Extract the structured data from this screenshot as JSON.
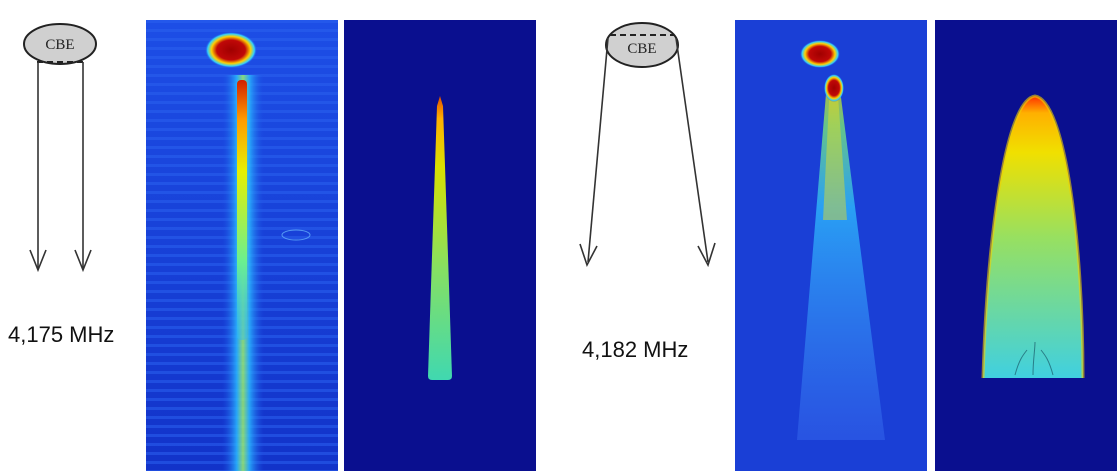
{
  "left": {
    "source_label": "CBE",
    "frequency": "4,175 MHz",
    "beam": "collimated"
  },
  "right": {
    "source_label": "CBE",
    "frequency": "4,182 MHz",
    "beam": "diverging"
  },
  "colors": {
    "background_field": "#1a3fd6",
    "simulation_field": "#0a0f8f",
    "hot_spot": "#b00000",
    "beam_core": "#2fe0b0"
  }
}
